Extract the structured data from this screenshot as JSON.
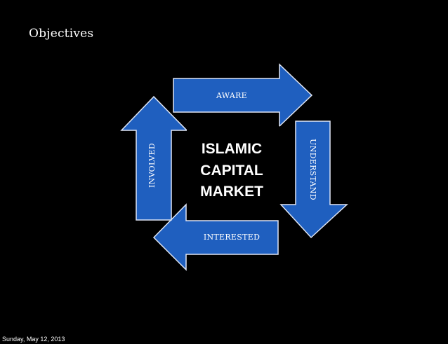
{
  "slide": {
    "title": "Objectives",
    "footer_date": "Sunday, May 12, 2013"
  },
  "diagram": {
    "center_lines": [
      "ISLAMIC",
      "CAPITAL",
      "MARKET"
    ],
    "arrows": {
      "top": "AWARE",
      "right": "UNDERSTAND",
      "bottom": "INTERESTED",
      "left": "INVOLVED"
    }
  },
  "colors": {
    "background": "#000000",
    "arrow_fill": "#1f5fbf",
    "arrow_outline": "#dfe6f5",
    "text": "#ffffff"
  }
}
